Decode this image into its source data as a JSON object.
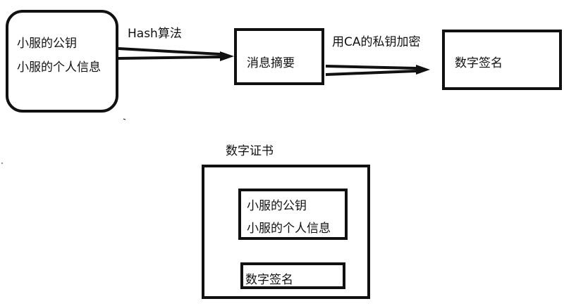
{
  "diagram": {
    "source": {
      "line1": "小服的公钥",
      "line2": "小服的个人信息"
    },
    "hash_label": "Hash算法",
    "digest": "消息摘要",
    "encrypt_label": "用CA的私钥加密",
    "signature": "数字签名",
    "certificate": {
      "title": "数字证书",
      "info_line1": "小服的公钥",
      "info_line2": "小服的个人信息",
      "signature": "数字签名"
    }
  },
  "colors": {
    "stroke": "#111111",
    "background": "#ffffff"
  }
}
